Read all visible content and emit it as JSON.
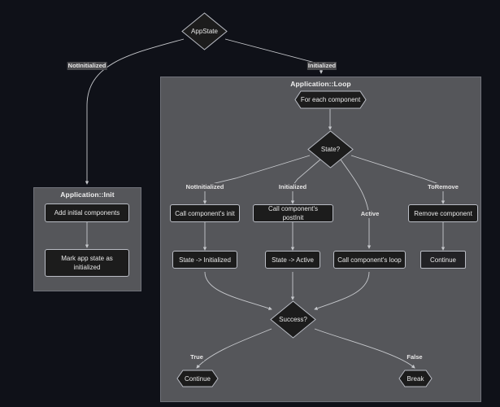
{
  "diagram": {
    "type": "flowchart",
    "title": "AppState flowchart",
    "colors": {
      "background": "#0f1118",
      "subgraph_fill": "#55565a",
      "subgraph_border": "#70727a",
      "node_fill": "#1c1c1c",
      "node_border": "#b9bcc4",
      "edge_stroke": "#c6c8cc",
      "text": "#e8e8e8",
      "label_badge": "#5a5a5a"
    }
  },
  "nodes": {
    "app_state": {
      "label": "AppState",
      "shape": "diamond"
    },
    "for_each": {
      "label": "For each component",
      "shape": "hexagon"
    },
    "state_q": {
      "label": "State?",
      "shape": "diamond"
    },
    "call_init": {
      "label": "Call component's init",
      "shape": "rect"
    },
    "call_postinit": {
      "label": "Call component's postInit",
      "shape": "rect"
    },
    "call_loop": {
      "label": "Call component's loop",
      "shape": "rect"
    },
    "remove_component": {
      "label": "Remove component",
      "shape": "rect"
    },
    "state_to_initialized": {
      "label": "State -> Initialized",
      "shape": "rect"
    },
    "state_to_active": {
      "label": "State -> Active",
      "shape": "rect"
    },
    "continue_remove": {
      "label": "Continue",
      "shape": "rect"
    },
    "success_q": {
      "label": "Success?",
      "shape": "diamond"
    },
    "continue_true": {
      "label": "Continue",
      "shape": "hexagon"
    },
    "break_false": {
      "label": "Break",
      "shape": "hexagon"
    },
    "add_initial_components": {
      "label": "Add initial components",
      "shape": "rect"
    },
    "mark_app_state": {
      "label": "Mark app state as initialized",
      "shape": "rect"
    }
  },
  "subgraphs": {
    "init": {
      "title": "Application::Init"
    },
    "loop": {
      "title": "Application::Loop"
    }
  },
  "edge_labels": {
    "not_initialized_top": "NotInitialized",
    "initialized_top": "Initialized",
    "not_initialized_branch": "NotInitialized",
    "initialized_branch": "Initialized",
    "active_branch": "Active",
    "to_remove_branch": "ToRemove",
    "true_branch": "True",
    "false_branch": "False"
  }
}
